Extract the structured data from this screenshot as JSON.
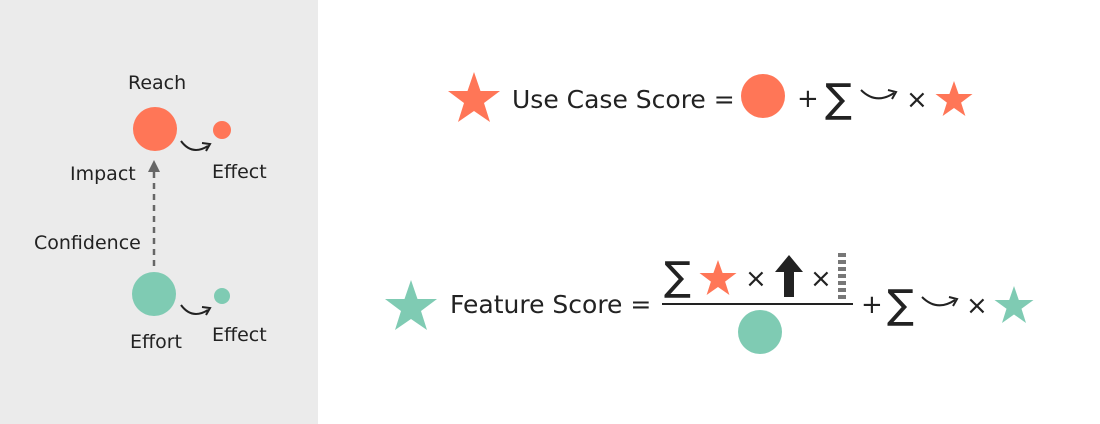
{
  "colors": {
    "orange": "#ff7657",
    "teal": "#7fcbb3",
    "dark": "#222222",
    "panel_bg": "#ebebeb"
  },
  "legend": {
    "reach_label": "Reach",
    "impact_label": "Impact",
    "effect_label_top": "Effect",
    "confidence_label": "Confidence",
    "effort_label": "Effort",
    "effect_label_bottom": "Effect"
  },
  "use_case_equation": {
    "label": "Use Case Score =",
    "plus": "+",
    "sum": "∑",
    "times": "×"
  },
  "feature_equation": {
    "label": "Feature Score =",
    "sum_num": "∑",
    "times_1": "×",
    "times_2": "×",
    "plus": "+",
    "sum": "∑",
    "times": "×"
  }
}
